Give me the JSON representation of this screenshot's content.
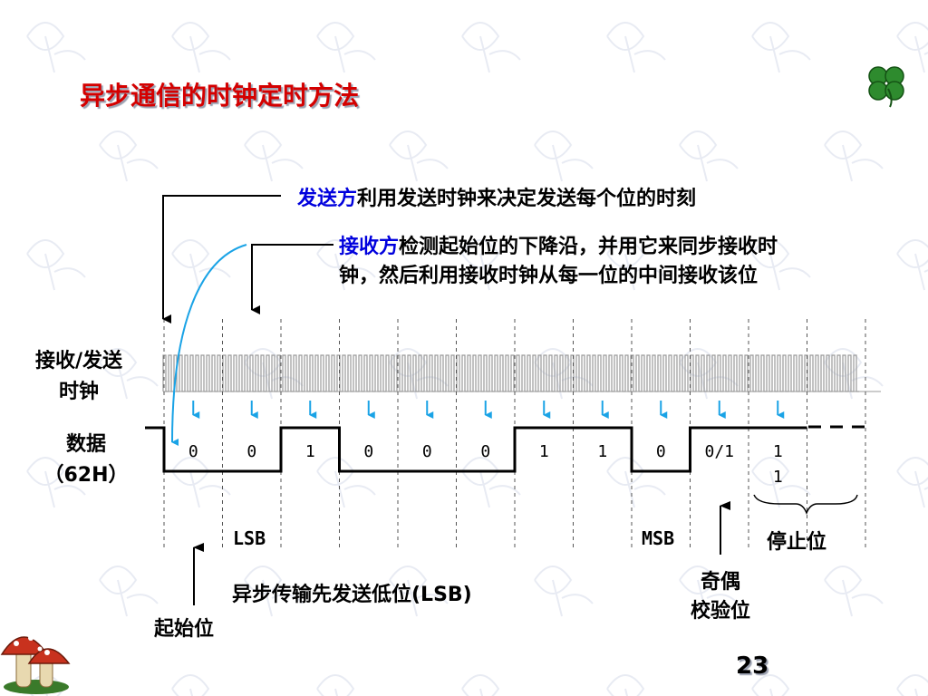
{
  "slide": {
    "title": "异步通信的时钟定时方法",
    "page_number": "23"
  },
  "annotations": {
    "sender_highlight": "发送方",
    "sender_text": "利用发送时钟来决定发送每个位的时刻",
    "receiver_highlight": "接收方",
    "receiver_text_line1": "检测起始位的下降沿，并用它来同步接收时",
    "receiver_text_line2": "钟，然后利用接收时钟从每一位的中间接收该位"
  },
  "diagram": {
    "clock_label_line1": "接收/发送",
    "clock_label_line2": "时钟",
    "data_label_line1": "数据",
    "data_label_line2": "（62H）",
    "bits": [
      "0",
      "0",
      "1",
      "0",
      "0",
      "0",
      "1",
      "1",
      "0",
      "0/1",
      "1"
    ],
    "extra_bit": "1",
    "lsb_label": "LSB",
    "msb_label": "MSB",
    "stop_label": "停止位",
    "parity_label_line1": "奇偶",
    "parity_label_line2": "校验位",
    "lsb_note": "异步传输先发送低位(LSB)",
    "start_label": "起始位"
  },
  "colors": {
    "title": "#d40000",
    "highlight": "#0000dd",
    "sample_arrow": "#1aa3e6",
    "clock": "#9a9a9a"
  },
  "icons": [
    "clover-icon",
    "mushroom-icon"
  ]
}
